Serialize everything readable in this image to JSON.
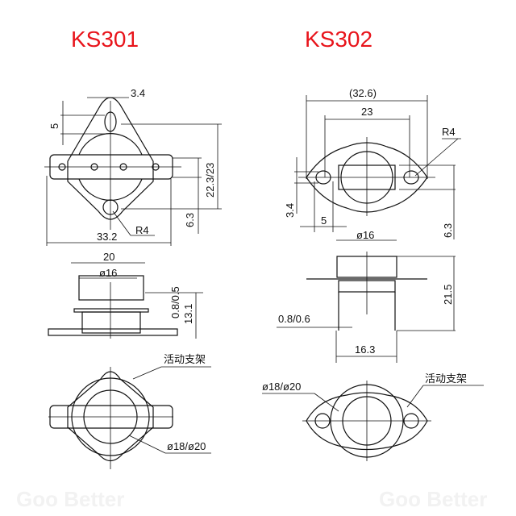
{
  "watermark": "Goo Better",
  "left": {
    "title": "KS301",
    "dims": {
      "tab_width": "3.4",
      "slot": "5",
      "height": "22.3/23",
      "offset": "6.3",
      "radius": "R4",
      "length": "33.2",
      "flange": "20",
      "body_dia": "ø16",
      "thickness": "0.8/0.5",
      "body_height": "13.1",
      "bracket": "活动支架",
      "cap_dia": "ø18/ø20"
    }
  },
  "right": {
    "title": "KS302",
    "dims": {
      "overall": "(32.6)",
      "hole_spacing": "23",
      "radius": "R4",
      "hole": "3.4",
      "slot": "5",
      "offset": "6.3",
      "body_dia": "ø16",
      "height": "21.5",
      "thickness": "0.8/0.6",
      "leg_spacing": "16.3",
      "cap_dia": "ø18/ø20",
      "bracket": "活动支架"
    }
  },
  "colors": {
    "title": "#e8141b",
    "line": "#111111"
  }
}
